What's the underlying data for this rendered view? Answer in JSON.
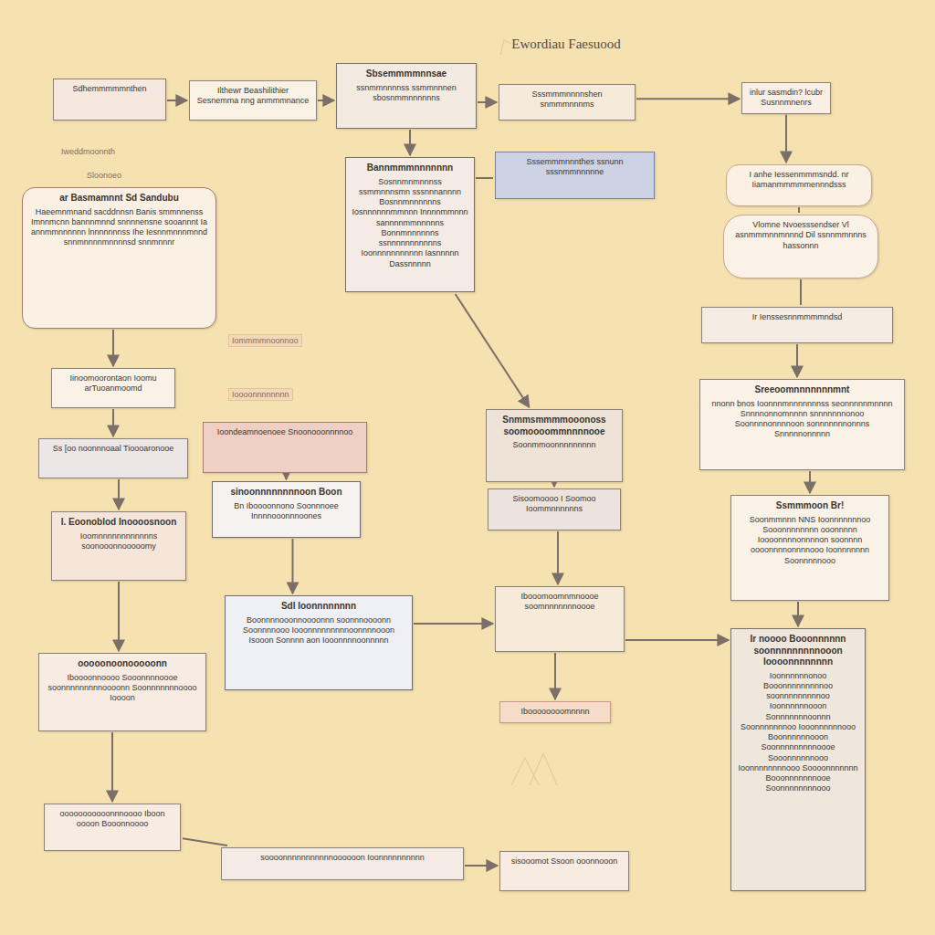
{
  "diagram": {
    "title": "Ewordiau Faesuood",
    "nodes": [
      {
        "text": [
          "Sdhemmmmmnthen"
        ]
      },
      {
        "text": [
          "Ilthewr Beashilithier Sesnemma nng anmmmnance"
        ]
      },
      {
        "text": [
          "Sbsemmmmnnsae",
          "ssnmmnnnnss ssmmnnnen sbosnmmnnnnnns"
        ]
      },
      {
        "text": [
          "Sssmmmnnnnshen snmmmnnnms"
        ]
      },
      {
        "text": [
          "inlur sasmdin? lcubr Susnnmnenrs"
        ]
      },
      {
        "text": [
          "ar Basmamnnt Sd Sandubu",
          "Haeemnmnand sacddnnsn Banis smmnnenss Imnnmcnn bannnmnnd snnnnensne sooannnt Ia annmmnnnnnn lnnnnnnnss Ihe Iesnnmnnnmnnd snnmnnnnmnnnnsd snnmnnnr"
        ]
      },
      {
        "text": [
          "Bannmmmnnnnnnn",
          "Sosnnmnmnnnss ssmmnnnsmn sssnnnannnn Bosnnmnnnnnns Iosnnnnnnmmnnn Innnnmmnnn sannnnmmnnnnns Bonnmnnnnnns ssnnnnnnnnnnns Ioonnnnnnnnnnn Iasnnnnn Dassnnnnn"
        ]
      },
      {
        "text": [
          "Sssemmmnnnthes ssnunn sssnmmnnnnne"
        ]
      },
      {
        "text": [
          "I anhe Iessenmmmsndd. nr Iiamanmmmmmennndsss"
        ]
      },
      {
        "text": [
          "Vlomne Nvoesssendser Vl asnmmmnnmnnnd Dil ssnnmmnnns hassonnn"
        ]
      },
      {
        "text": [
          "Ir Ienssesnnmmmmndsd"
        ]
      },
      {
        "text": [
          "Sreeoomnnnnnnnmnt",
          "nnonn bnos Ioonnnmnnnnnnnss seonnnnnmnnnn Snnnnonnomnnnn snnnnnnnonoo Soonnnnonnnnoon sonnnnnnnonnns Snnnnnonnnnn"
        ]
      },
      {
        "text": [
          "Iinoomoorontaon Ioomu arTuoanmoomd"
        ]
      },
      {
        "text": [
          "Ss [oo noonnnoaal Tioooaronooe"
        ]
      },
      {
        "text": [
          "Ioondeamnoenoee Snoonooonnnnoo"
        ]
      },
      {
        "text": [
          "sinoonnnnnnnnoon Boon",
          "Bn Iboooonnono Soonnnoee Innnnooonnnoones"
        ]
      },
      {
        "text": [
          "Snmmsmmmmooonoss soomoooommnnnnooe",
          "Soonmmoonnnnnnnnn"
        ]
      },
      {
        "text": [
          "Sisoomoooo I Soomoo Ioommnnnnnns"
        ]
      },
      {
        "text": [
          "I. Eoonoblod Inoooosnoon",
          "Ioomnnnnnnnnnnnns soonooonnooooomy"
        ]
      },
      {
        "text": [
          "Ssmmmoon Br!",
          "Soonmmnnn NNS Ioonnnnnnnoo Sooonnnnnnnn ooonnnnn Ioooonnnnonnnnon soonnnn oooonnnnonnnnooo Ioonnnnnnn Soonnnnnooo"
        ]
      },
      {
        "text": [
          "Sdl Ioonnnnnnnn",
          "Boonnnnooonnoooonnn soonnnoooonn Soonnnnooo Iooonnnnnnnnnoonnnnooon Isooon Sonnnn aon Iooonnnnoonnnnn"
        ]
      },
      {
        "text": [
          "Ibooomoomnmnoooe soomnnnnnnnoooe"
        ]
      },
      {
        "text": [
          "Ir noooo Booonnnnnn soonnnnnnnnnooon Ioooonnnnnnnn",
          "Ioonnnnnnonoo Booonnnnnnnnnoo soonnnnnnnnnoo Ioonnnnnnooon Sonnnnnnnoonnn Soonnnnnnnoo Iooonnnnnnooo Boonnnnnnooon Soonnnnnnnnnoooe Sooonnnnnnooo Ioonnnnnnnnooo Soooonnnnnnn Booonnnnnnnooe Soonnnnnnnnooo"
        ]
      },
      {
        "text": [
          "ooooonoonooooonn",
          "Iboooonnoooo Sooonnnnoooe soonnnnnnnnnoooonn Soonnnnnnnoooo Ioooon"
        ]
      },
      {
        "text": [
          "Iboooooooomnnnn"
        ]
      },
      {
        "text": [
          "ooooooooooonnnoooo Iboon oooon Booonnoooo"
        ]
      },
      {
        "text": [
          "soooonnnnnnnnnnnoooooon Ioonnnnnnnnnn"
        ]
      },
      {
        "text": [
          "sisooomot Ssoon ooonnooon"
        ]
      }
    ],
    "edges": [
      {
        "from": 0,
        "to": 1,
        "arrow": "to"
      },
      {
        "from": 1,
        "to": 2,
        "arrow": "to"
      },
      {
        "from": 2,
        "to": 3,
        "arrow": "to"
      },
      {
        "from": 3,
        "to": 4,
        "arrow": "to"
      },
      {
        "from": 4,
        "to": 8,
        "arrow": "to"
      },
      {
        "from": 8,
        "to": 9,
        "arrow": "none"
      },
      {
        "from": 9,
        "to": 10,
        "arrow": "none"
      },
      {
        "from": 10,
        "to": 11,
        "arrow": "to"
      },
      {
        "from": 11,
        "to": 19,
        "arrow": "to"
      },
      {
        "from": 19,
        "to": 22,
        "arrow": "to"
      },
      {
        "from": 2,
        "to": 6,
        "arrow": "to"
      },
      {
        "from": 6,
        "to": 7,
        "arrow": "none"
      },
      {
        "from": 6,
        "to": 16,
        "arrow": "to"
      },
      {
        "from": 5,
        "to": 12,
        "arrow": "to"
      },
      {
        "from": 12,
        "to": 13,
        "arrow": "to"
      },
      {
        "from": 13,
        "to": 18,
        "arrow": "to"
      },
      {
        "from": 18,
        "to": 23,
        "arrow": "to"
      },
      {
        "from": 23,
        "to": 25,
        "arrow": "to"
      },
      {
        "from": 25,
        "to": 26,
        "arrow": "none"
      },
      {
        "from": 26,
        "to": 27,
        "arrow": "to"
      },
      {
        "from": 14,
        "to": 15,
        "arrow": "to"
      },
      {
        "from": 15,
        "to": 20,
        "arrow": "to"
      },
      {
        "from": 20,
        "to": 21,
        "arrow": "to"
      },
      {
        "from": 21,
        "to": 24,
        "arrow": "to"
      },
      {
        "from": 16,
        "to": 17,
        "arrow": "to"
      },
      {
        "from": 17,
        "to": 21,
        "arrow": "to"
      },
      {
        "from": 21,
        "to": 22,
        "arrow": "to"
      }
    ],
    "labels": [
      "Iweddmoonnth",
      "Sloonoeo",
      "Iommmmnoonnoo",
      "Ioooonnnnnnnn"
    ]
  }
}
